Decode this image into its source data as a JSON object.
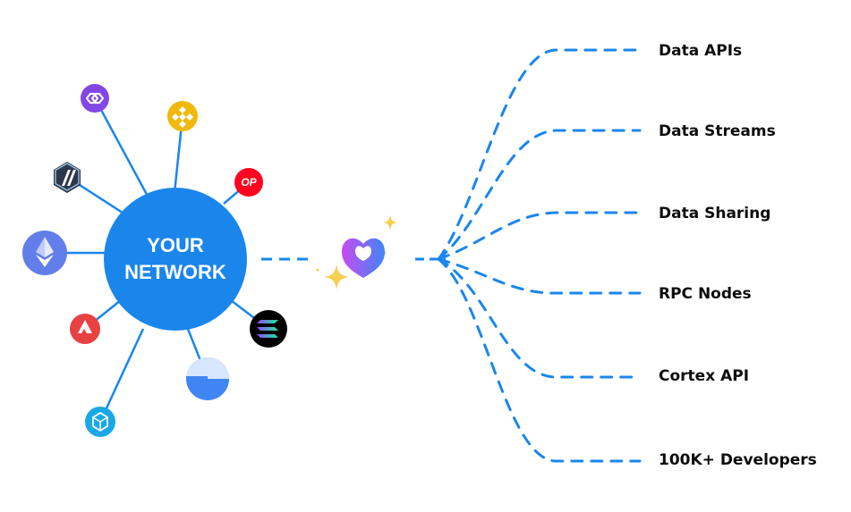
{
  "hub": {
    "line1": "YOUR",
    "line2": "NETWORK",
    "color": "#1a86ec"
  },
  "colors": {
    "spoke": "#1a86ec",
    "dash": "#1a86ec",
    "sparkle": "#f6cf52",
    "logo_start": "#c74bf2",
    "logo_end": "#3f86f4"
  },
  "chains": [
    {
      "name": "polygon-icon",
      "color": "#8247e5"
    },
    {
      "name": "bnb-icon",
      "color": "#f0b90b"
    },
    {
      "name": "optimism-icon",
      "color": "#ff0420",
      "label": "OP"
    },
    {
      "name": "arbitrum-icon",
      "color": "#2d374b"
    },
    {
      "name": "ethereum-icon",
      "color": "#627eea"
    },
    {
      "name": "avalanche-icon",
      "color": "#e84142"
    },
    {
      "name": "solana-icon",
      "color": "#000000"
    },
    {
      "name": "base-icon",
      "color": "#3f86f4"
    },
    {
      "name": "fantom-icon",
      "color": "#1aa8e6"
    }
  ],
  "outputs": [
    {
      "label": "Data APIs"
    },
    {
      "label": "Data Streams"
    },
    {
      "label": "Data Sharing"
    },
    {
      "label": "RPC Nodes"
    },
    {
      "label": "Cortex API"
    },
    {
      "label": "100K+ Developers"
    }
  ]
}
